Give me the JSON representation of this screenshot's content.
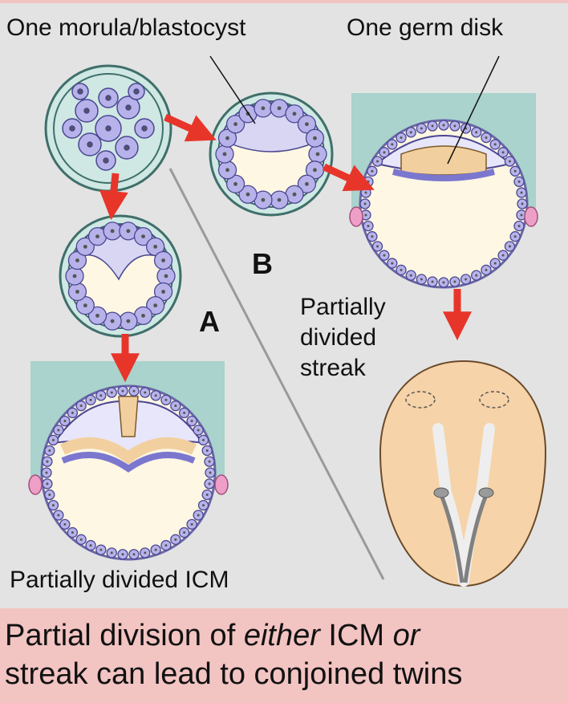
{
  "labels": {
    "morula": "One morula/blastocyst",
    "germ_disk": "One germ disk",
    "path_a": "A",
    "path_b": "B",
    "streak_line1": "Partially",
    "streak_line2": "divided",
    "streak_line3": "streak",
    "icm": "Partially divided ICM"
  },
  "caption": {
    "part1": "Partial division of ",
    "either": "either",
    "part2": " ICM ",
    "or": "or",
    "line2": "streak can lead to conjoined twins"
  },
  "colors": {
    "background": "#f2c4c2",
    "panel": "#e3e3e3",
    "arrow": "#e8352a",
    "cell": "#b7b3ea",
    "zona": "#cfe8e4",
    "epiblast": "#f2cf9e",
    "teal": "#a9d3cc",
    "embryo": "#f6d3a8"
  }
}
